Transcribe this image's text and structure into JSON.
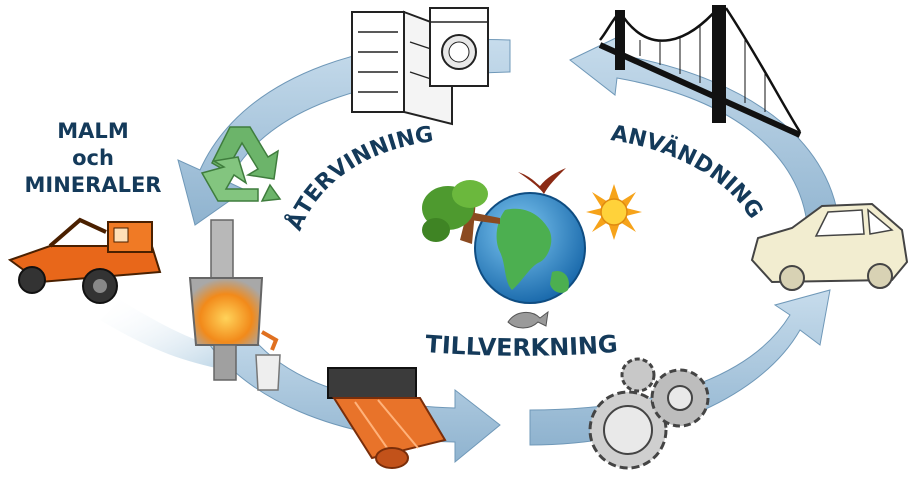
{
  "labels": {
    "atervinning": "ÅTERVINNING",
    "anvandning": "ANVÄNDNING",
    "tillverkning": "TILLVERKNING",
    "malm": "MALM",
    "och": "och",
    "mineraler": "MINERALER"
  },
  "icons": [
    "recycle-icon",
    "refrigerator-icon",
    "washing-machine-icon",
    "suspension-bridge-icon",
    "car-icon",
    "gears-icon",
    "steel-rolls-icon",
    "furnace-icon",
    "excavator-icon",
    "earth-globe-icon",
    "tree-icon",
    "sun-icon",
    "bird-icon",
    "fish-icon"
  ],
  "colors": {
    "cycle_arrow": "#a9c9df",
    "label_text": "#143a5a"
  }
}
